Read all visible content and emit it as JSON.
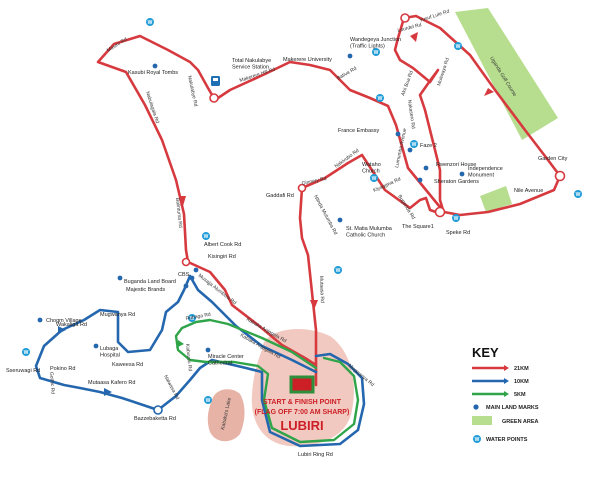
{
  "routes": {
    "r21": {
      "label": "21KM",
      "color": "#d63a3f"
    },
    "r10": {
      "label": "10KM",
      "color": "#2467ae"
    },
    "r5": {
      "label": "5KM",
      "color": "#2fa449"
    }
  },
  "colors": {
    "green_area": "#b7de8f",
    "lake": "#e7b3a6",
    "start_area": "#f2c9c0",
    "start_box": "#2f8f3c",
    "landmark": "#2467ae",
    "water": "#1f9bd7",
    "station_icon": "#1f6fb5"
  },
  "start": {
    "title": "START & FINISH POINT",
    "subtitle": "(FLAG OFF 7:00 AM SHARP)",
    "name": "LUBIRI"
  },
  "key": {
    "title": "KEY",
    "items": [
      {
        "label": "21KM"
      },
      {
        "label": "10KM"
      },
      {
        "label": "5KM"
      },
      {
        "label": "MAIN LAND MARKS"
      },
      {
        "label": "GREEN AREA"
      },
      {
        "label": "WATER POINTS"
      }
    ],
    "water_symbol": "W"
  },
  "places": [
    "Kasubi Royal Tombs",
    "Total Nakulabye\nService Station",
    "Makerere University",
    "Wandegeya Junction\n(Traffic Lights)",
    "France Embassy",
    "Faze 2",
    "Rwenzori House",
    "Independence\nMonument",
    "Sheraton Gardens",
    "Garden City",
    "Wataho\nChurch",
    "The Square1",
    "Speke Rd",
    "Nile Avenue",
    "Gaddafi Rd",
    "St. Matia Mulumba\nCatholic Church",
    "Albert Cook Rd",
    "Kisingiri Rd",
    "CBS",
    "Buganda Land Board",
    "Majestic Brands",
    "Mugwanya Rd",
    "Wakaliga Rd",
    "Chogm Village",
    "Lubaga\nHospital",
    "Kaweesa Rd",
    "Sseruwagi Rd",
    "Pokino Rd",
    "Mutaasa Kafero Rd",
    "Bazzebaketta Rd",
    "Miracle Center\nCathedral",
    "Lubiri Ring Rd"
  ],
  "roads": [
    "Masiro Rd",
    "Nakulabye Rd",
    "Makerere Hill Rd",
    "Bativa Rd",
    "Yusuf Lule Rd",
    "Lourdel Rd",
    "Akii Bua Rd",
    "Mukwaya Rd",
    "Nakasero Rd",
    "Lumumba Avenue",
    "Kiyaggwa Rd",
    "Ginnery Rd",
    "Buganda Rd",
    "Nakivubo Rd",
    "Ntinda Mulumba Rd",
    "Balintuma Rd",
    "Nabulagala Rd",
    "Kabaka Anjagala Rd",
    "Rubaga Rd",
    "Kabuusu Rd",
    "Nalwasa Rd",
    "Mutaasa Rd",
    "Musajja Alumbwa Rd",
    "Gothic Rd",
    "Mugwanya Rd",
    "Kabaka Anjagala Rd"
  ],
  "green_label": "Uganda Golf Course",
  "lake_label": "Kabaka's Lake"
}
